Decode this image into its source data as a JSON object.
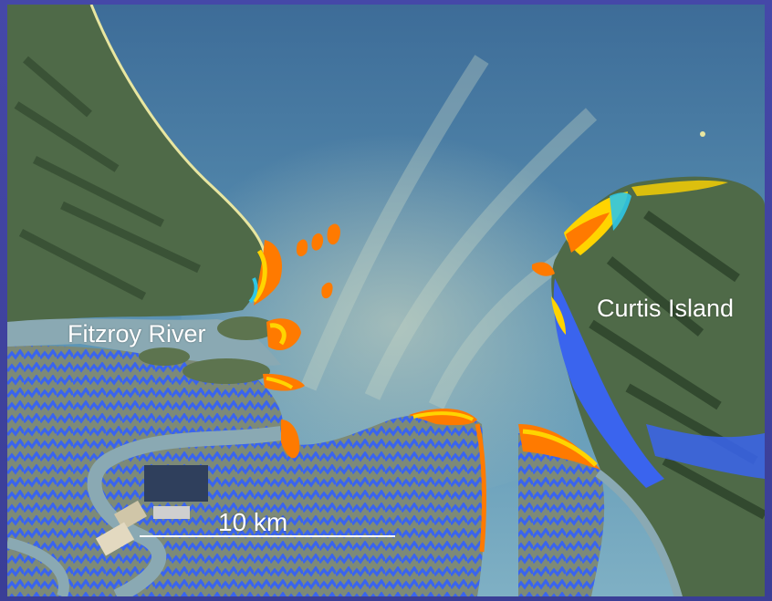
{
  "map": {
    "labels": {
      "fitzroy_river": "Fitzroy River",
      "curtis_island": "Curtis Island",
      "scale": "10 km"
    },
    "colors": {
      "ocean_deep": "#3f6f9a",
      "ocean_shallow": "#7fb0c4",
      "sediment": "#b7c7b8",
      "land": "#4f6a48",
      "land_dark": "#32492f",
      "mudflat": "#8f9a86",
      "channel": "#8aa9b3",
      "wetland_blue": "#3a64ee",
      "zone_orange": "#ff7a00",
      "zone_yellow": "#ffd400",
      "zone_cyan": "#2ec6e6",
      "scale_bar": "#ffffff"
    },
    "icons": [
      "scale-bar"
    ]
  }
}
